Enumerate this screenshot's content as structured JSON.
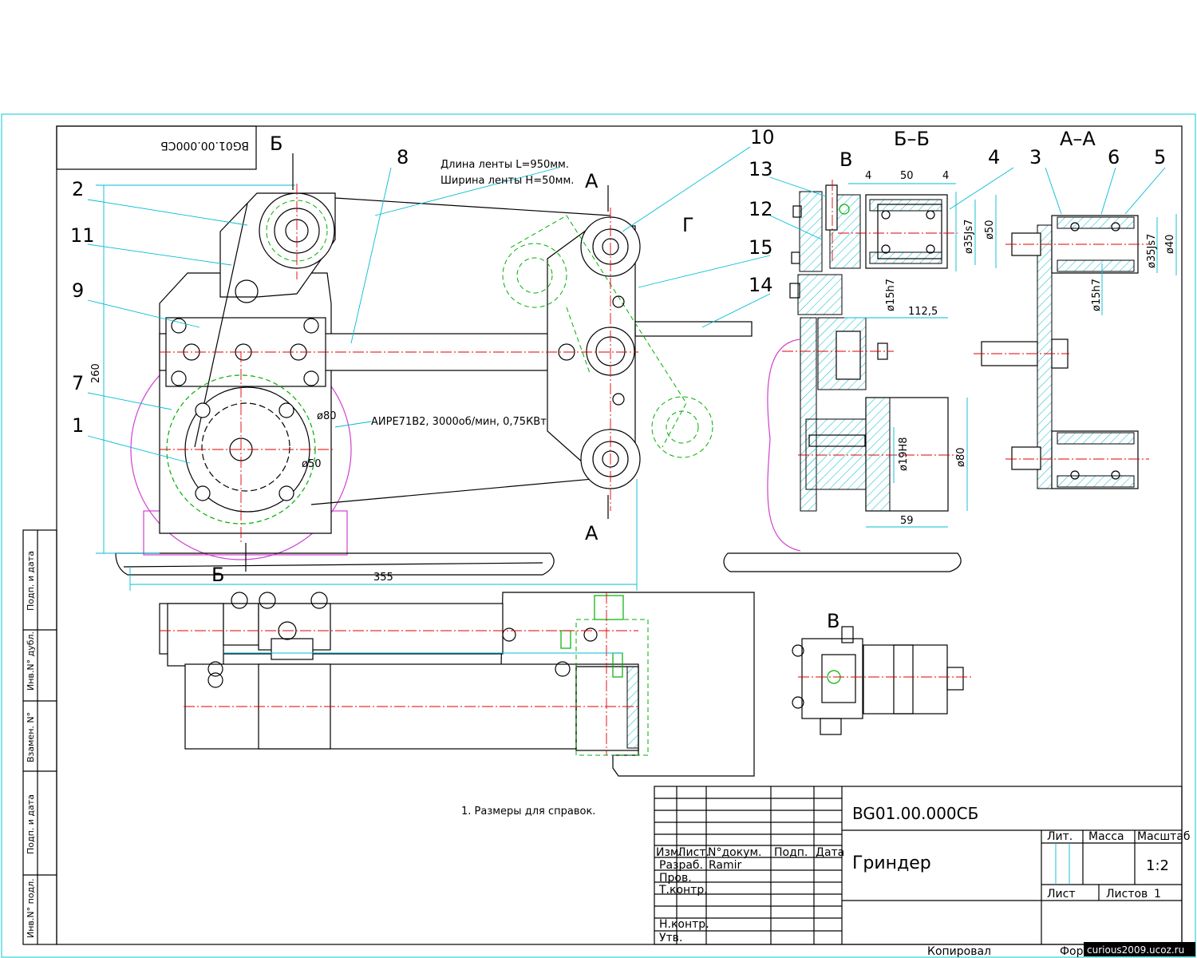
{
  "drawing": {
    "code": "BG01.00.000СБ",
    "code_mirrored": "BG01.00.000СБ",
    "title": "Гриндер",
    "scale": "1:2",
    "sheets_total": "1",
    "developer": "Ramir",
    "copied_label": "Копировал",
    "format_label": "Форм",
    "watermark": "curious2009.ucoz.ru"
  },
  "notes": {
    "belt_length": "Длина ленты L=950мм.",
    "belt_width": "Ширина ленты H=50мм.",
    "motor": "АИРЕ71В2, 3000об/мин, 0,75КВт",
    "reference": "1. Размеры для справок."
  },
  "position_numbers": [
    "1",
    "2",
    "3",
    "4",
    "5",
    "6",
    "7",
    "8",
    "9",
    "10",
    "11",
    "12",
    "13",
    "14",
    "15"
  ],
  "section_labels": {
    "a": "А",
    "b": "Б",
    "v": "В",
    "g": "Г",
    "bb": "Б–Б",
    "aa": "А–А"
  },
  "dimensions": {
    "d355": "355",
    "d260": "260",
    "d80": "ø80",
    "d50": "ø50",
    "d4a": "4",
    "d50w": "50",
    "d4b": "4",
    "d35js7": "ø35Js7",
    "d50b": "ø50",
    "d15h7": "ø15h7",
    "d112": "112,5",
    "d19h8": "ø19H8",
    "d80b": "ø80",
    "d59": "59",
    "d15h7b": "ø15h7",
    "d35js7b": "ø35Js7",
    "d40": "ø40"
  },
  "title_block": {
    "headers": [
      "Изм.",
      "Лист.",
      "N°докум.",
      "Подп.",
      "Дата"
    ],
    "rows": [
      "Разраб.",
      "Пров.",
      "Т.контр.",
      "",
      "Н.контр.",
      "Утв."
    ],
    "lit": "Лит.",
    "mass": "Масса",
    "scale_label": "Масштаб",
    "sheet": "Лист",
    "sheets": "Листов"
  },
  "side_stamp": [
    "Подп. и дата",
    "Инв.N° дубл.",
    "Взамен. N°",
    "Подп. и дата",
    "Инв.N° подл."
  ]
}
